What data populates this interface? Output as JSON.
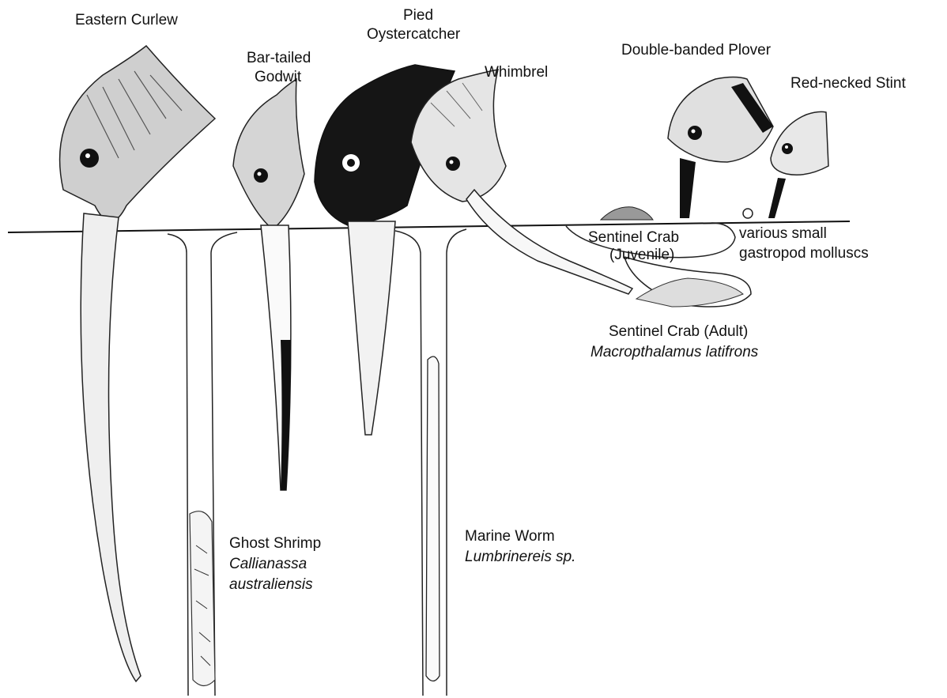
{
  "birds": {
    "eastern_curlew": "Eastern Curlew",
    "bar_tailed_godwit": [
      "Bar-tailed",
      "Godwit"
    ],
    "pied_oystercatcher": [
      "Pied",
      "Oystercatcher"
    ],
    "whimbrel": "Whimbrel",
    "double_banded_plover": "Double-banded Plover",
    "red_necked_stint": "Red-necked Stint"
  },
  "prey": {
    "sentinel_crab_juvenile": [
      "Sentinel Crab",
      "(Juvenile)"
    ],
    "small_gastropods": [
      "various small",
      "gastropod molluscs"
    ],
    "sentinel_crab_adult": [
      "Sentinel Crab (Adult)",
      "Macropthalamus latifrons"
    ],
    "ghost_shrimp": [
      "Ghost Shrimp",
      "Callianassa",
      "australiensis"
    ],
    "marine_worm": [
      "Marine Worm",
      "Lumbrinereis sp."
    ]
  },
  "colors": {
    "ink": "#111111",
    "paper": "#ffffff",
    "shade": "#888888"
  }
}
